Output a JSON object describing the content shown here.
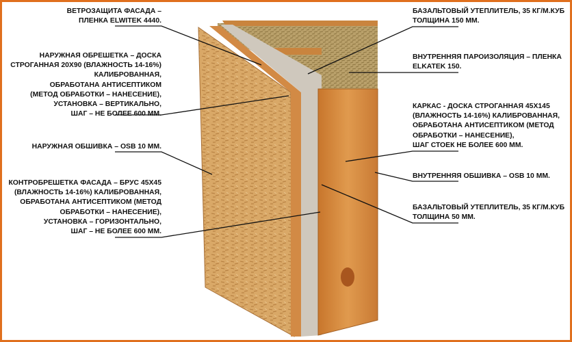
{
  "labels_left": [
    {
      "lines": [
        "ВЕТРОЗАЩИТА ФАСАДА –",
        "ПЛЕНКА ELWITEK 4440."
      ]
    },
    {
      "lines": [
        "НАРУЖНАЯ ОБРЕШЕТКА – ДОСКА",
        "СТРОГАННАЯ 20Х90 (ВЛАЖНОСТЬ 14-16%)",
        "КАЛИБРОВАННАЯ,",
        "ОБРАБОТАНА АНТИСЕПТИКОМ",
        "(МЕТОД ОБРАБОТКИ – НАНЕСЕНИЕ),",
        "УСТАНОВКА – ВЕРТИКАЛЬНО,",
        "ШАГ – НЕ БОЛЕЕ 600 ММ."
      ]
    },
    {
      "lines": [
        "НАРУЖНАЯ ОБШИВКА – OSB 10 ММ."
      ]
    },
    {
      "lines": [
        "КОНТРОБРЕШЕТКА ФАСАДА – БРУС 45Х45",
        "(ВЛАЖНОСТЬ 14-16%) КАЛИБРОВАННАЯ,",
        "ОБРАБОТАНА АНТИСЕПТИКОМ (МЕТОД",
        "ОБРАБОТКИ – НАНЕСЕНИЕ),",
        "УСТАНОВКА – ГОРИЗОНТАЛЬНО,",
        "ШАГ – НЕ БОЛЕЕ 600 ММ."
      ]
    }
  ],
  "labels_right": [
    {
      "lines": [
        "БАЗАЛЬТОВЫЙ УТЕПЛИТЕЛЬ, 35 КГ/М.КУБ",
        "ТОЛЩИНА 150 ММ."
      ]
    },
    {
      "lines": [
        "ВНУТРЕННЯЯ ПАРОИЗОЛЯЦИЯ – ПЛЕНКА",
        "ELKATEK 150."
      ]
    },
    {
      "lines": [
        "КАРКАС - ДОСКА СТРОГАННАЯ 45Х145",
        "(ВЛАЖНОСТЬ 14-16%) КАЛИБРОВАННАЯ,",
        "ОБРАБОТАНА АНТИСЕПТИКОМ (МЕТОД",
        "ОБРАБОТКИ – НАНЕСЕНИЕ),",
        "ШАГ СТОЕК НЕ БОЛЕЕ 600 ММ."
      ]
    },
    {
      "lines": [
        "ВНУТРЕННЯЯ ОБШИВКА – OSB 10 ММ."
      ]
    },
    {
      "lines": [
        "БАЗАЛЬТОВЫЙ УТЕПЛИТЕЛЬ, 35 КГ/М.КУБ",
        "ТОЛЩИНА 50 ММ."
      ]
    }
  ],
  "colors": {
    "border": "#e0701e",
    "osb": "#d9a867",
    "stud": "#d6893e",
    "membrane": "#cfc8bd",
    "insulation": "#b9a06a"
  }
}
